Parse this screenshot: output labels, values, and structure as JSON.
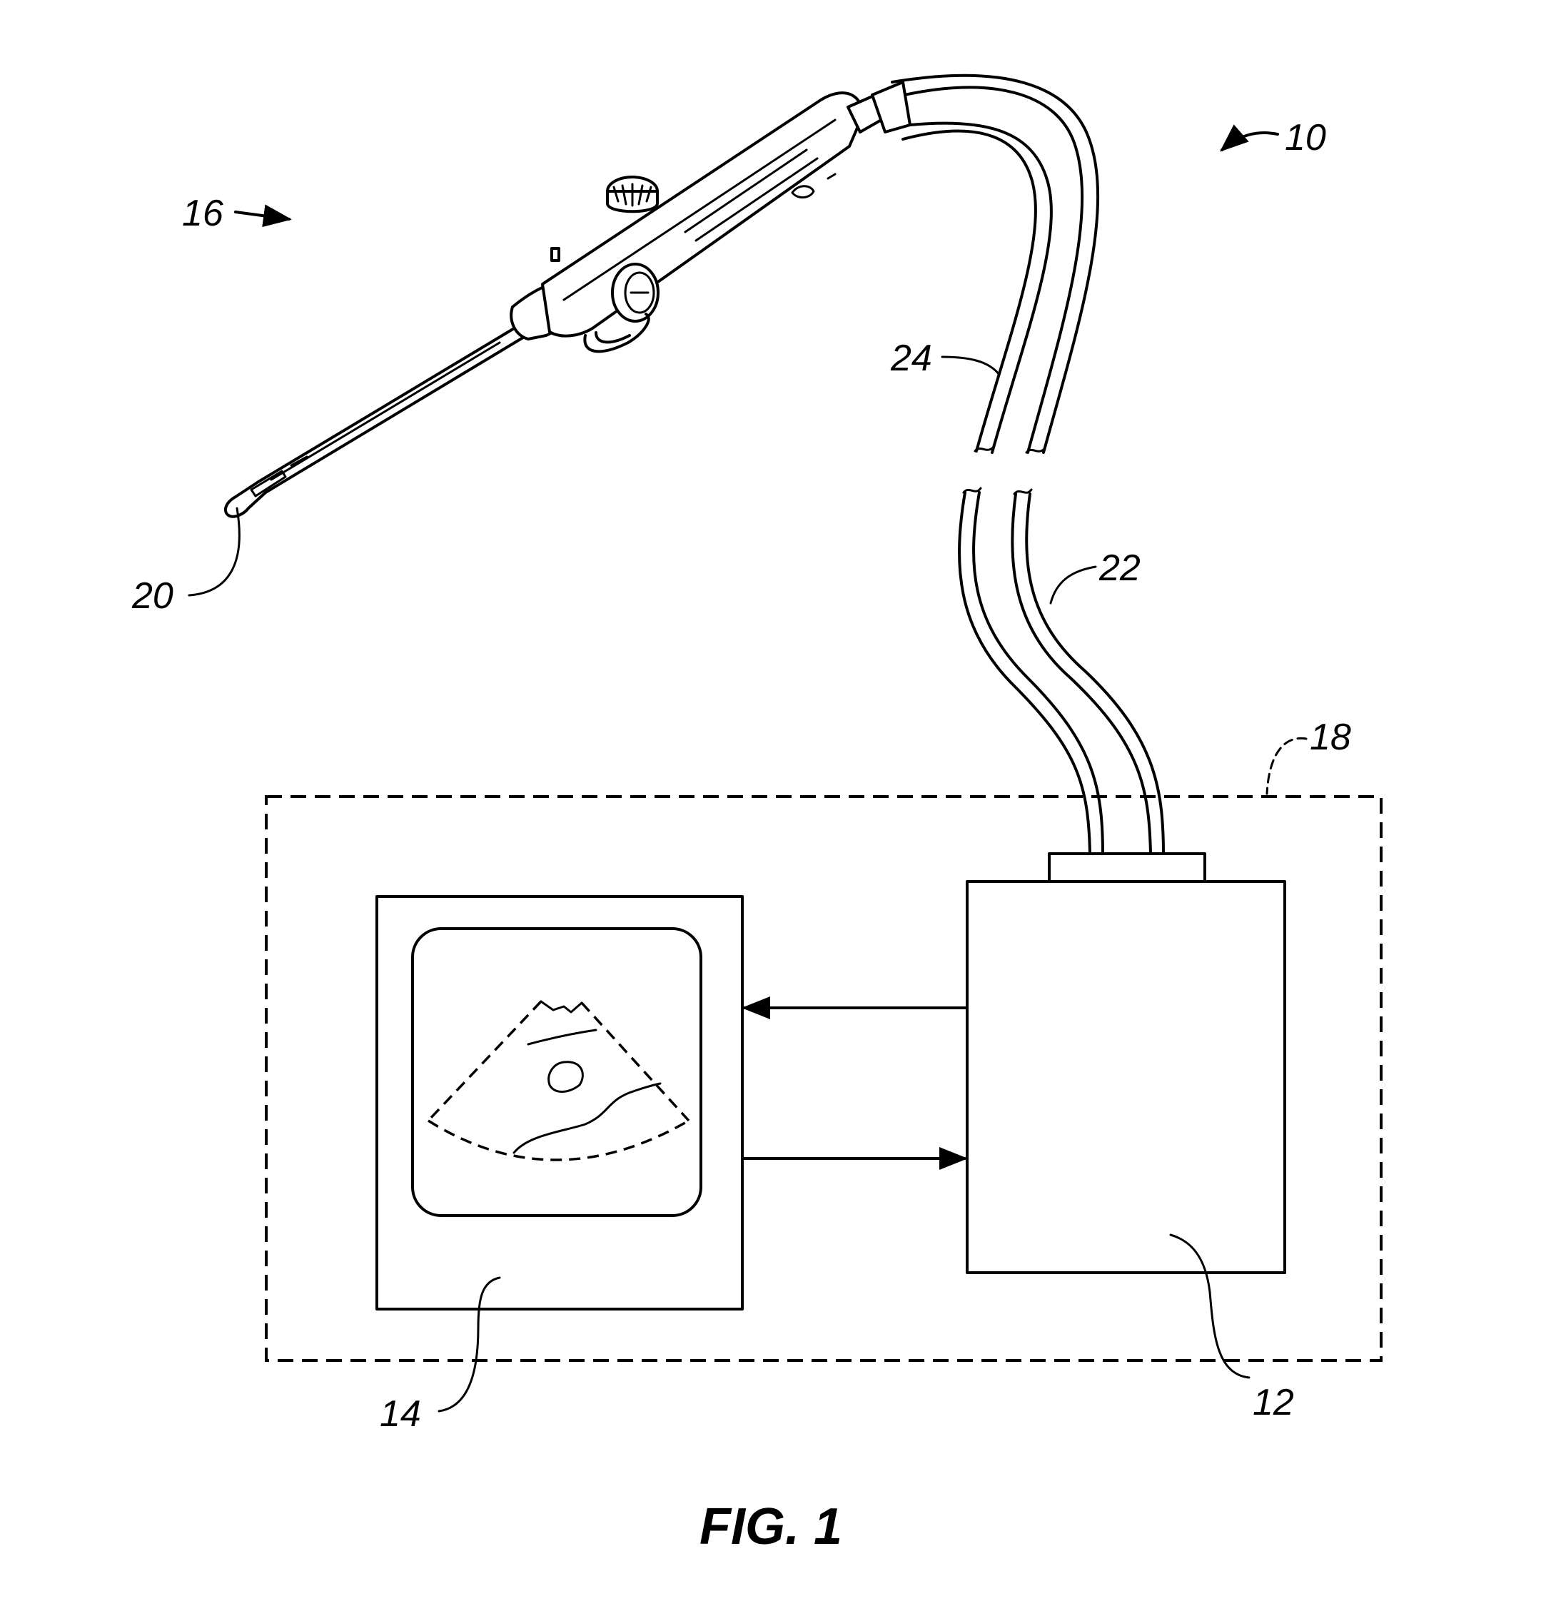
{
  "figure": {
    "caption": "FIG. 1",
    "labels": {
      "system": "10",
      "generator": "12",
      "display": "14",
      "device": "16",
      "console": "18",
      "tip": "20",
      "cable_a": "22",
      "cable_b": "24"
    }
  },
  "colors": {
    "line": "#000000",
    "background": "#ffffff"
  }
}
